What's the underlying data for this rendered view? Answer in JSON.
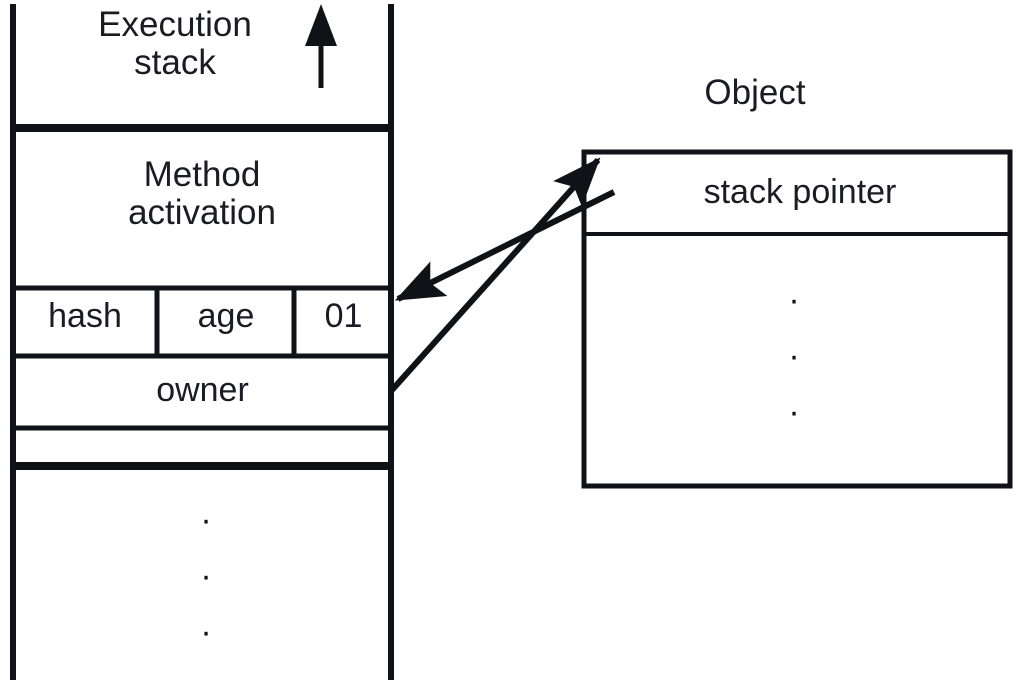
{
  "diagram": {
    "title": "Execution stack and Object reference diagram",
    "background_color": "#ffffff",
    "line_color": "#111118",
    "text_color": "#1b1b24"
  },
  "execution_stack": {
    "header_label": "Execution\nstack",
    "growth_arrow": "up-arrow-icon",
    "frame_label": "Method\nactivation",
    "slots_row": [
      {
        "label": "hash"
      },
      {
        "label": "age"
      },
      {
        "label": "01"
      }
    ],
    "owner_slot": {
      "label": "owner"
    },
    "spacer_slot": {
      "label": ""
    },
    "continuation_ellipsis": "⋮",
    "ellipsis_dots": [
      "·",
      "·",
      "·"
    ]
  },
  "object": {
    "title": "Object",
    "fields": [
      {
        "label": "stack pointer"
      }
    ],
    "body_ellipsis": "⋮",
    "ellipsis_dots": [
      "·",
      "·",
      "·"
    ]
  },
  "connectors": [
    {
      "name": "owner-to-object",
      "from": "owner slot (execution stack)",
      "to": "Object box top-left",
      "direction": "right-up"
    },
    {
      "name": "stack-pointer-to-frame",
      "from": "stack pointer field (Object)",
      "to": "01 slot (execution stack)",
      "direction": "left-down"
    }
  ]
}
